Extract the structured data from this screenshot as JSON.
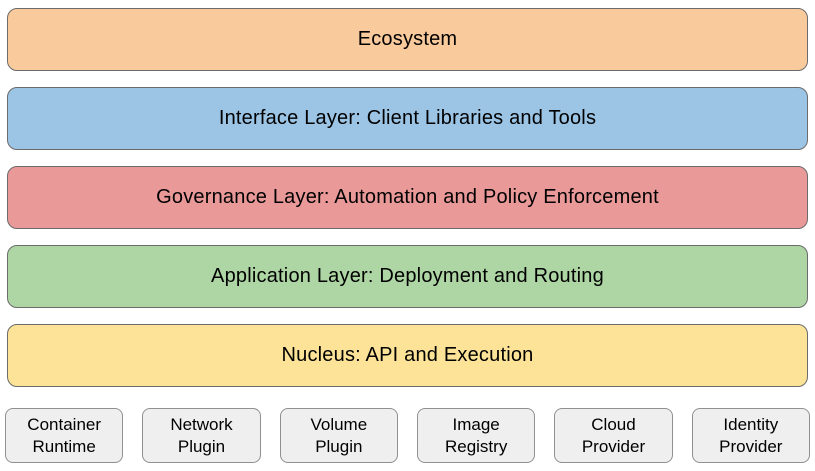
{
  "diagram": {
    "background": "#ffffff",
    "text_color": "#000000",
    "layer_border_color": "#6b6b6b",
    "layers": [
      {
        "id": "ecosystem",
        "label": "Ecosystem",
        "fill": "#F9CB9C"
      },
      {
        "id": "interface",
        "label": "Interface Layer: Client Libraries and Tools",
        "fill": "#9BC4E5"
      },
      {
        "id": "governance",
        "label": "Governance Layer: Automation and Policy Enforcement",
        "fill": "#EA9999"
      },
      {
        "id": "application",
        "label": "Application Layer: Deployment and Routing",
        "fill": "#AED6A5"
      },
      {
        "id": "nucleus",
        "label": "Nucleus: API and Execution",
        "fill": "#FCE397"
      }
    ],
    "provider_style": {
      "fill": "#EFEFEF",
      "border": "#909090"
    },
    "providers": [
      {
        "id": "container-runtime",
        "line1": "Container",
        "line2": "Runtime"
      },
      {
        "id": "network-plugin",
        "line1": "Network",
        "line2": "Plugin"
      },
      {
        "id": "volume-plugin",
        "line1": "Volume",
        "line2": "Plugin"
      },
      {
        "id": "image-registry",
        "line1": "Image",
        "line2": "Registry"
      },
      {
        "id": "cloud-provider",
        "line1": "Cloud",
        "line2": "Provider"
      },
      {
        "id": "identity-provider",
        "line1": "Identity",
        "line2": "Provider"
      }
    ]
  }
}
